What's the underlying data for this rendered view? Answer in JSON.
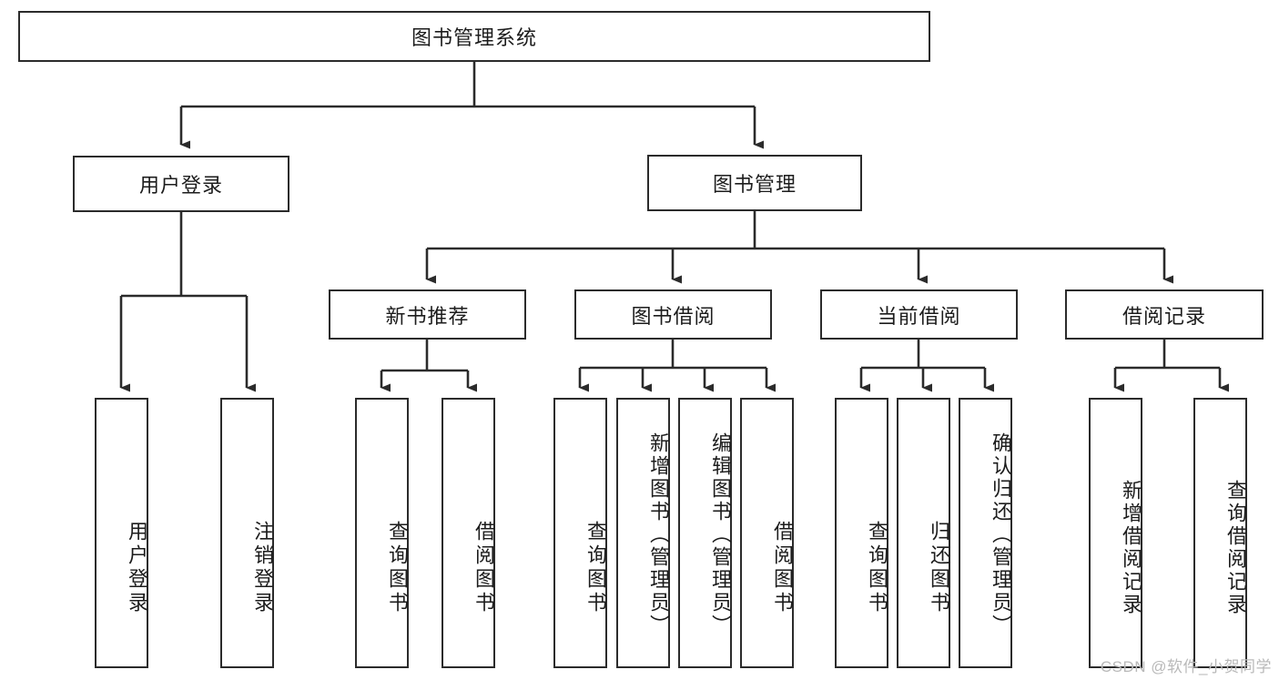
{
  "diagram": {
    "type": "tree-hierarchy",
    "title": "图书管理系统",
    "root": {
      "id": "root",
      "label": "图书管理系统",
      "orientation": "horizontal"
    },
    "level1": [
      {
        "id": "user-login",
        "label": "用户登录",
        "orientation": "horizontal"
      },
      {
        "id": "book-management",
        "label": "图书管理",
        "orientation": "horizontal"
      }
    ],
    "level2": [
      {
        "id": "new-book-recommend",
        "label": "新书推荐",
        "orientation": "horizontal",
        "parent": "book-management"
      },
      {
        "id": "book-borrow",
        "label": "图书借阅",
        "orientation": "horizontal",
        "parent": "book-management"
      },
      {
        "id": "current-borrow",
        "label": "当前借阅",
        "orientation": "horizontal",
        "parent": "book-management"
      },
      {
        "id": "borrow-record",
        "label": "借阅记录",
        "orientation": "horizontal",
        "parent": "book-management"
      }
    ],
    "leaves": [
      {
        "id": "leaf-user-login",
        "label": "用户登录",
        "orientation": "vertical",
        "parent": "user-login"
      },
      {
        "id": "leaf-logout-login",
        "label": "注销登录",
        "orientation": "vertical",
        "parent": "user-login"
      },
      {
        "id": "leaf-query-book-1",
        "label": "查询图书",
        "orientation": "vertical",
        "parent": "new-book-recommend"
      },
      {
        "id": "leaf-borrow-book-1",
        "label": "借阅图书",
        "orientation": "vertical",
        "parent": "new-book-recommend"
      },
      {
        "id": "leaf-query-book-2",
        "label": "查询图书",
        "orientation": "vertical",
        "parent": "book-borrow"
      },
      {
        "id": "leaf-add-book",
        "label": "新增图书（管理员）",
        "orientation": "vertical",
        "parent": "book-borrow"
      },
      {
        "id": "leaf-edit-book",
        "label": "编辑图书（管理员）",
        "orientation": "vertical",
        "parent": "book-borrow"
      },
      {
        "id": "leaf-borrow-book-2",
        "label": "借阅图书",
        "orientation": "vertical",
        "parent": "book-borrow"
      },
      {
        "id": "leaf-query-book-3",
        "label": "查询图书",
        "orientation": "vertical",
        "parent": "current-borrow"
      },
      {
        "id": "leaf-return-book",
        "label": "归还图书",
        "orientation": "vertical",
        "parent": "current-borrow"
      },
      {
        "id": "leaf-confirm-return",
        "label": "确认归还（管理员）",
        "orientation": "vertical",
        "parent": "current-borrow"
      },
      {
        "id": "leaf-add-record",
        "label": "新增借阅记录",
        "orientation": "vertical",
        "parent": "borrow-record"
      },
      {
        "id": "leaf-query-record",
        "label": "查询借阅记录",
        "orientation": "vertical",
        "parent": "borrow-record"
      }
    ]
  },
  "watermark": {
    "text": "CSDN @软件_小贺同学"
  },
  "colors": {
    "stroke": "#2b2b2b",
    "background": "#ffffff",
    "text": "#1c1c1c",
    "watermark": "#b9b9b9"
  }
}
